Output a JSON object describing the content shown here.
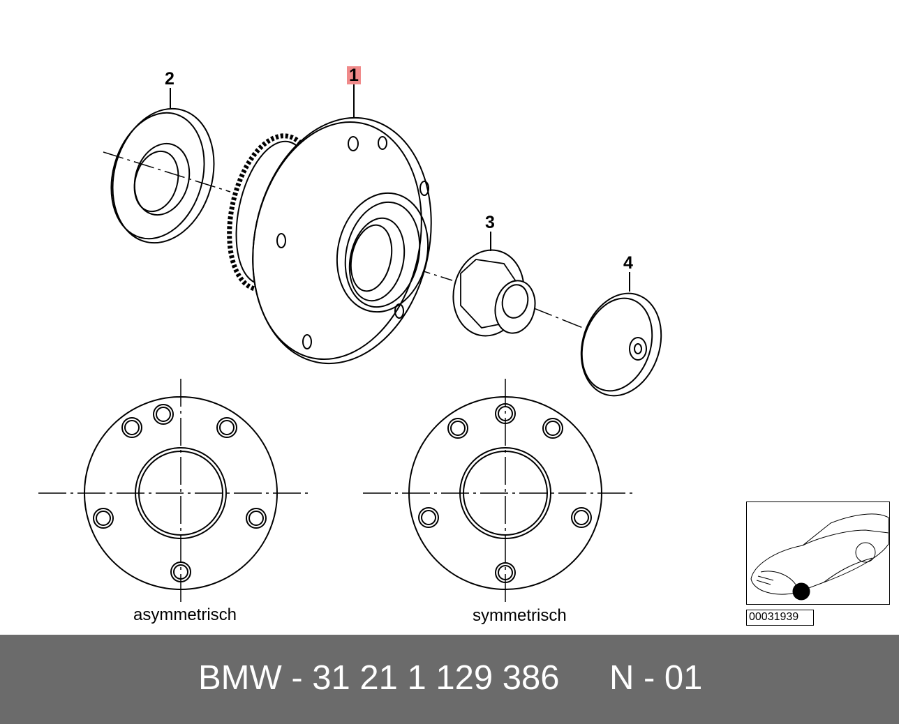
{
  "callouts": {
    "hub": "1",
    "seal": "2",
    "nut": "3",
    "cap": "4"
  },
  "captions": {
    "left_flange": "asymmetrisch",
    "right_flange": "symmetrisch"
  },
  "inset": {
    "reference_number": "00031939"
  },
  "footer": {
    "part_number": "BMW - 31 21 1 129 386",
    "diagram_code": "N - 01"
  },
  "colors": {
    "highlight": "#f08a8a",
    "footer_background": "#6b6b6b",
    "footer_text": "#ffffff",
    "line": "#000000"
  }
}
